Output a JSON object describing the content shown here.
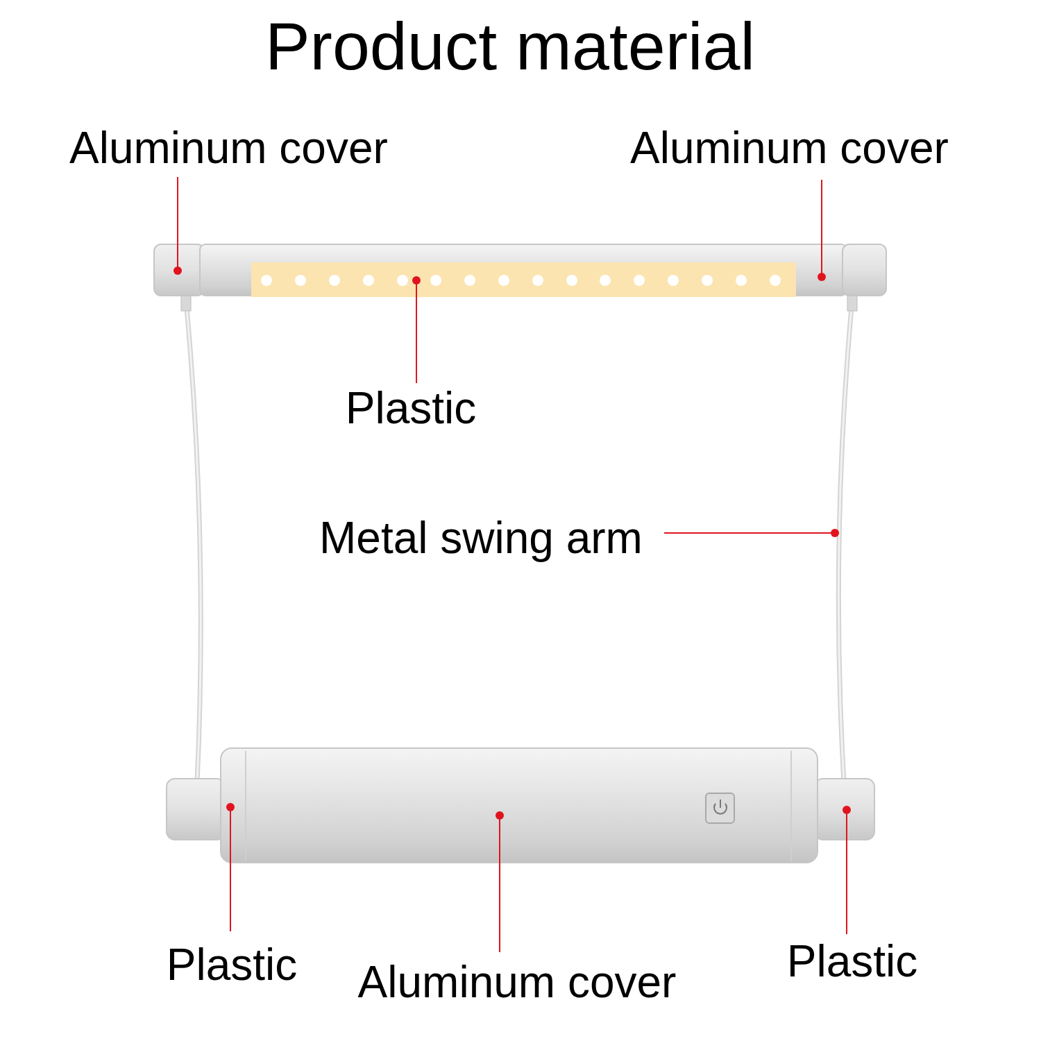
{
  "diagram": {
    "title": "Product material",
    "labels": [
      "Aluminum cover",
      "Aluminum cover",
      "Plastic",
      "Metal swing arm",
      "Plastic",
      "Aluminum cover",
      "Plastic"
    ]
  }
}
